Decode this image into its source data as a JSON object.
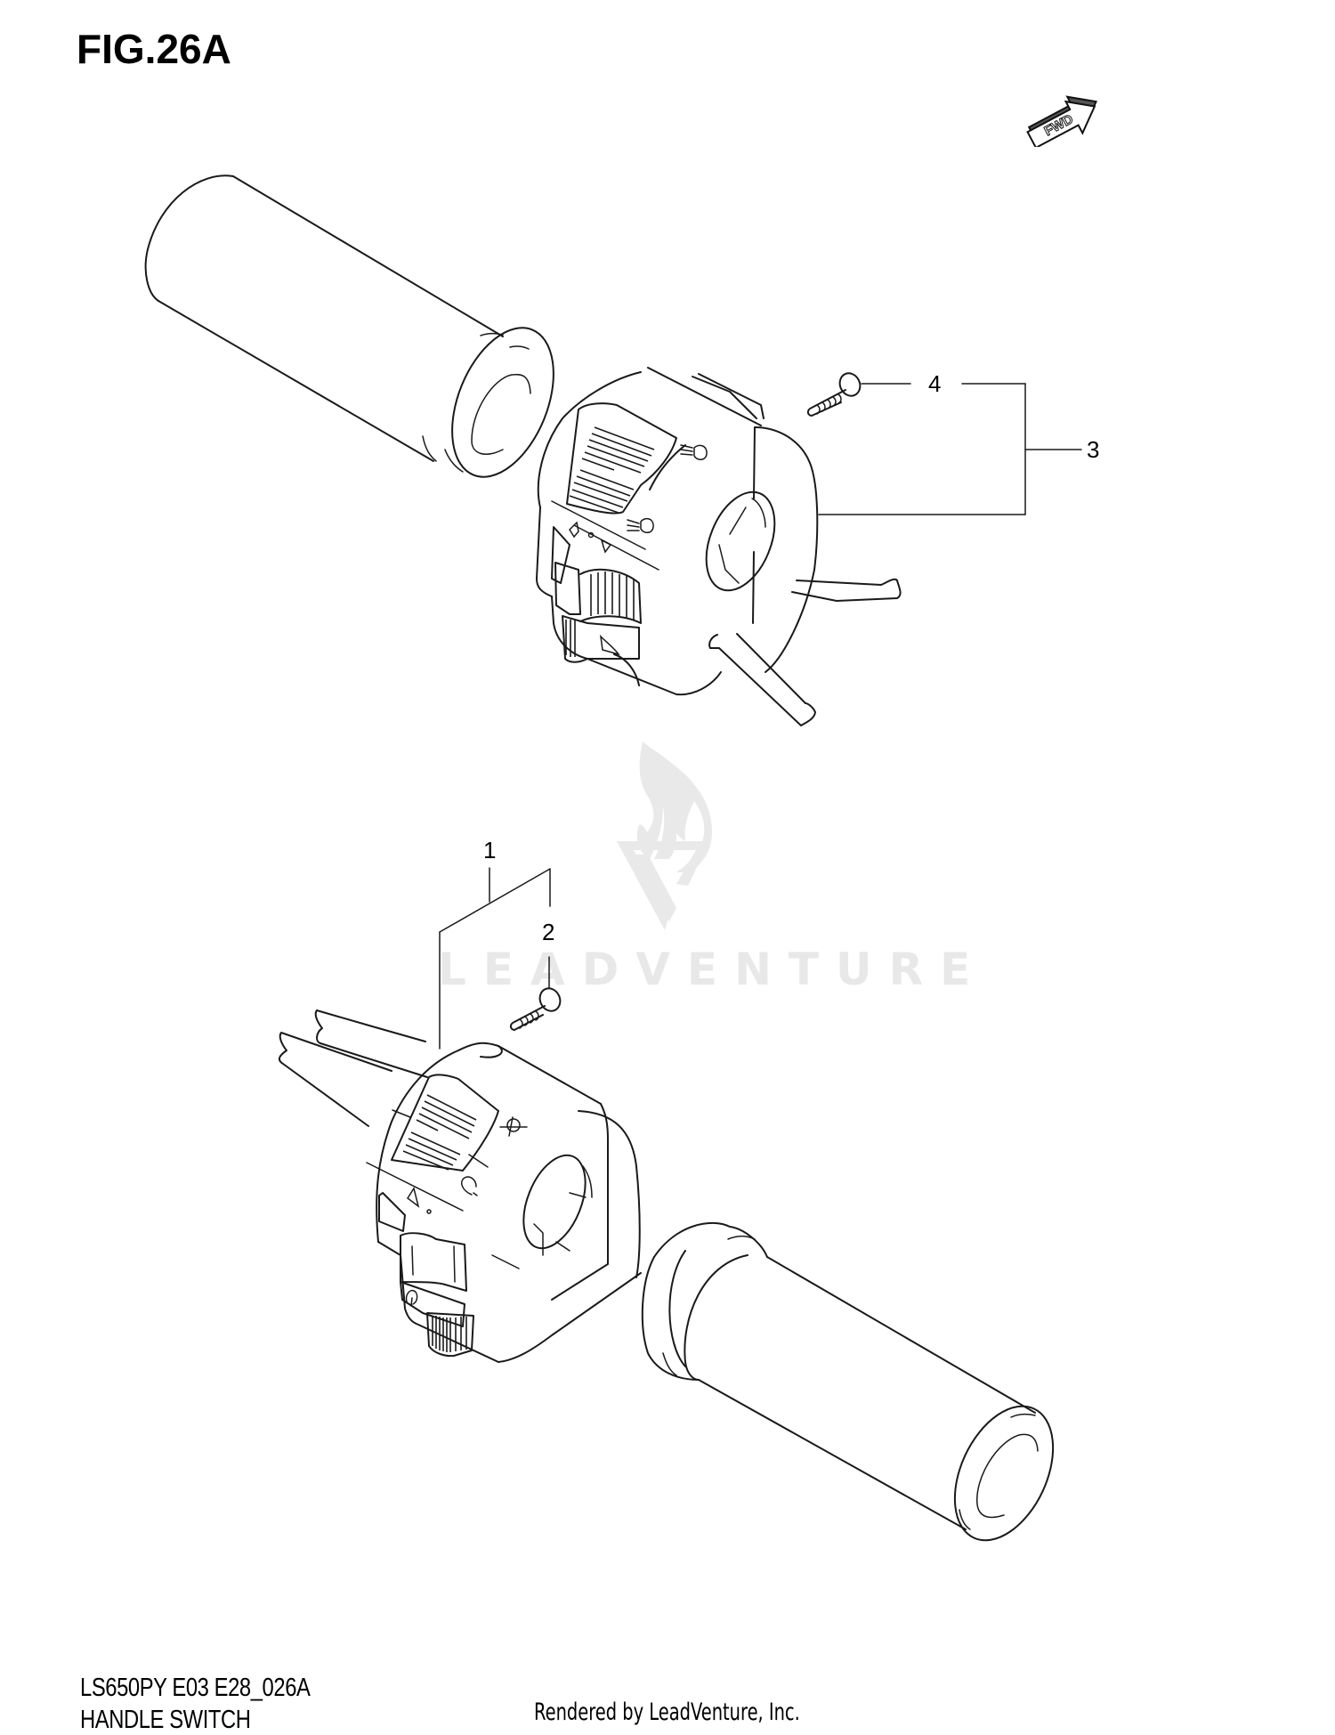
{
  "figure": {
    "title": "FIG.26A",
    "model_code": "LS650PY E03 E28_026A",
    "section_name": "HANDLE SWITCH",
    "credit": "Rendered by LeadVenture, Inc."
  },
  "direction_badge": {
    "label": "FWD",
    "icon": "forward-arrow-icon"
  },
  "callouts": [
    {
      "number": "1",
      "part": "handle-switch-left-assembly"
    },
    {
      "number": "2",
      "part": "screw-left"
    },
    {
      "number": "3",
      "part": "handle-switch-right-assembly"
    },
    {
      "number": "4",
      "part": "screw-right"
    }
  ],
  "watermark": {
    "text": "LEADVENTURE",
    "icon": "leadventure-flame-logo-icon",
    "color": "#e8e8e8"
  },
  "colors": {
    "line": "#1a1a1a",
    "background": "#ffffff"
  }
}
